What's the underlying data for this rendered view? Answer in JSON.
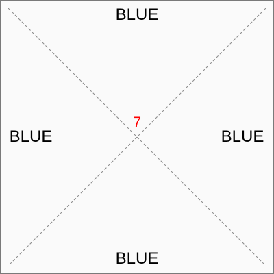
{
  "game": {
    "center_number": "7",
    "center_number_color": "#ff0000",
    "label_color": "#000000",
    "line_color": "#888888",
    "labels": {
      "top": "BLUE",
      "left": "BLUE",
      "right": "BLUE",
      "bottom": "BLUE"
    }
  }
}
